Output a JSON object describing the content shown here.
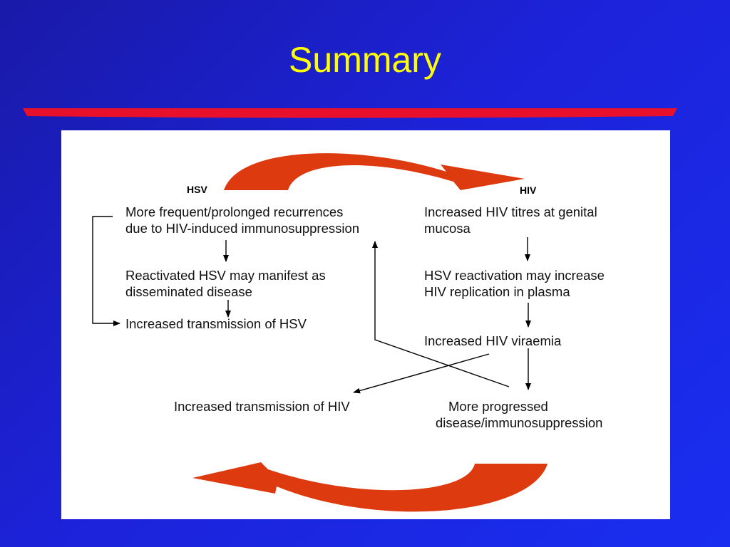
{
  "slide": {
    "title": "Summary",
    "bar_color": "#e8102a",
    "background_color": "#1c22d8",
    "title_color": "#ffff00"
  },
  "diagram": {
    "arrow_color": "#e03a10",
    "nodes": {
      "hsv_header": "HSV",
      "hiv_header": "HIV",
      "hsv_recurrences": {
        "line1": "More frequent/prolonged recurrences",
        "line2": "due to HIV-induced immunosuppression"
      },
      "hsv_reactivated": {
        "line1": "Reactivated HSV may manifest as",
        "line2": "disseminated disease"
      },
      "hsv_transmission": "Increased transmission of HSV",
      "hiv_titres": {
        "line1": "Increased HIV titres  at genital",
        "line2": "mucosa"
      },
      "hsv_reactivation_hiv": {
        "line1": "HSV reactivation may increase",
        "line2": "HIV replication in plasma"
      },
      "hiv_viraemia": "Increased HIV viraemia",
      "hiv_transmission": "Increased transmission of HIV",
      "progressed_disease": {
        "line1": "More progressed",
        "line2": "disease/immunosuppression"
      }
    }
  }
}
